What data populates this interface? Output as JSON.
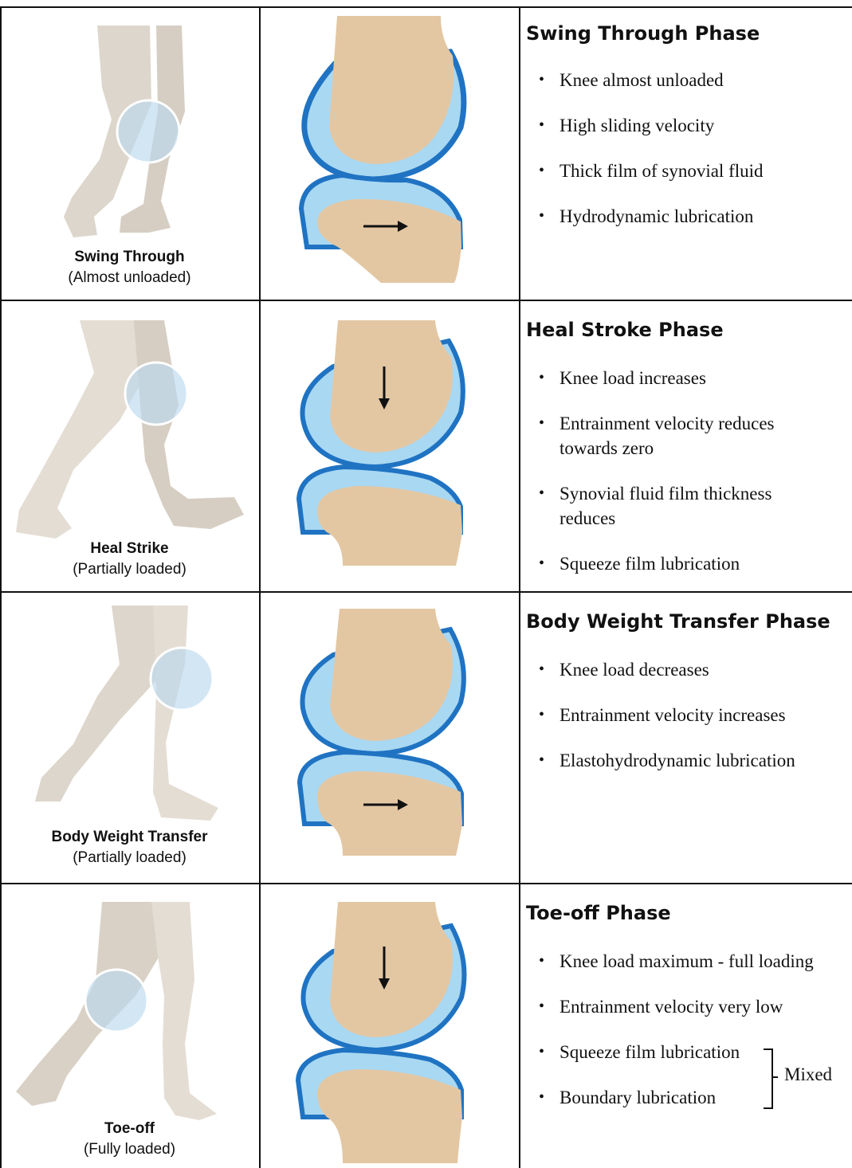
{
  "rows": [
    {
      "leg_caption": "Swing Through",
      "leg_load": "(Almost unloaded)",
      "phase_title": "Swing Through Phase",
      "arrow": "right-arrow",
      "bullets": [
        "Knee almost unloaded",
        "High sliding velocity",
        "Thick film of synovial fluid",
        "Hydrodynamic lubrication"
      ]
    },
    {
      "leg_caption": "Heal Strike",
      "leg_load": "(Partially loaded)",
      "phase_title": "Heal Stroke Phase",
      "arrow": "down-arrow",
      "bullets": [
        "Knee load increases",
        "Entrainment velocity reduces towards zero",
        "Synovial fluid film thickness reduces",
        "Squeeze film lubrication"
      ]
    },
    {
      "leg_caption": "Body Weight Transfer",
      "leg_load": "(Partially loaded)",
      "phase_title": "Body Weight Transfer Phase",
      "arrow": "right-arrow",
      "bullets": [
        "Knee load decreases",
        "Entrainment velocity increases",
        "Elastohydrodynamic lubrication"
      ]
    },
    {
      "leg_caption": "Toe-off",
      "leg_load": "(Fully loaded)",
      "phase_title": "Toe-off Phase",
      "arrow": "down-arrow",
      "bullets": [
        "Knee load maximum - full loading",
        "Entrainment velocity very low",
        "Squeeze film lubrication",
        "Boundary lubrication"
      ],
      "bracket_label": "Mixed"
    }
  ],
  "colors": {
    "bone": "#e3c7a3",
    "cartilage_light": "#a9d8f2",
    "cartilage_dark": "#1f73c2",
    "leg": "#ddd6cc",
    "knee_circle": "#bcd8ee",
    "border": "#111111"
  }
}
